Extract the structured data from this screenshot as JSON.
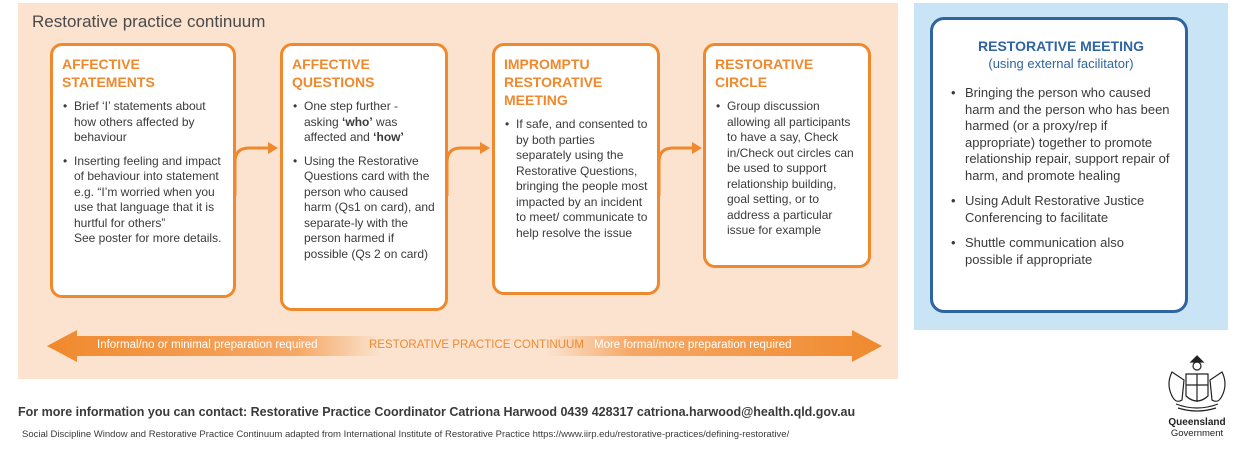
{
  "panel": {
    "title": "Restorative practice continuum"
  },
  "cards": [
    {
      "title": "AFFECTIVE STATEMENTS",
      "bullets": [
        "Brief ‘I’ statements about how others affected by behaviour",
        "Inserting feeling and impact of behaviour into statement"
      ],
      "example": "e.g. “I’m worried when you use that language that it is hurtful for others”",
      "note": "See poster for more details."
    },
    {
      "title": "AFFECTIVE QUESTIONS",
      "b1_pre": "One step further - asking ",
      "b1_who": "‘who’",
      "b1_mid": " was affected and ",
      "b1_how": "‘how’",
      "b2": "Using the Restorative Questions card with the person who caused harm (Qs1 on card), and separate-ly with the person harmed if possible (Qs 2 on card)"
    },
    {
      "title": "IMPROMPTU RESTORATIVE MEETING",
      "b1": "If safe, and consented to by both parties separately using the Restorative Questions, bringing the people most impacted by an incident to meet/ communicate to help resolve the issue"
    },
    {
      "title": "RESTORATIVE CIRCLE",
      "b1": "Group discussion allowing all participants to have a say, Check in/Check out circles can be used to support relationship building, goal setting, or to address a particular issue for example"
    }
  ],
  "continuum": {
    "left": "Informal/no or minimal preparation required",
    "middle": "RESTORATIVE PRACTICE CONTINUUM",
    "right": "More formal/more preparation required"
  },
  "side": {
    "title": "RESTORATIVE MEETING",
    "subtitle": "(using external facilitator)",
    "bullets": [
      "Bringing the person who caused harm and the person who has been harmed (or a proxy/rep if appropriate) together to promote relationship repair, support repair of harm, and promote healing",
      "Using Adult Restorative Justice Conferencing to facilitate",
      "Shuttle communication also possible if appropriate"
    ]
  },
  "footer": {
    "contact": "For more information you can contact: Restorative Practice Coordinator Catriona Harwood 0439 428317 catriona.harwood@health.qld.gov.au",
    "credit": "Social Discipline Window and Restorative Practice Continuum adapted from International Institute of Restorative Practice https://www.iirp.edu/restorative-practices/defining-restorative/"
  },
  "logo": {
    "line1": "Queensland",
    "line2": "Government"
  },
  "colors": {
    "orange": "#f0892d",
    "blue": "#2f64a2",
    "peach": "#fbe3cf",
    "light_blue": "#c9e4f5"
  }
}
